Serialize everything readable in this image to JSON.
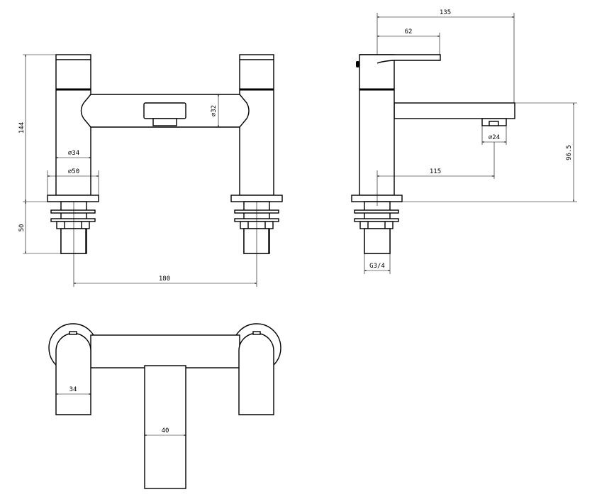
{
  "drawing": {
    "front_view": {
      "dims": {
        "height_overall": "144",
        "shank_length": "50",
        "body_diameter": "⌀34",
        "base_diameter": "⌀50",
        "bridge_diameter": "⌀32",
        "centres": "180"
      }
    },
    "side_view": {
      "dims": {
        "overall_depth": "135",
        "handle_length": "62",
        "aerator_diameter": "⌀24",
        "spout_reach": "115",
        "spout_height": "96.5",
        "thread": "G3/4"
      }
    },
    "top_view": {
      "dims": {
        "handle_width": "34",
        "spout_width": "40"
      }
    }
  }
}
